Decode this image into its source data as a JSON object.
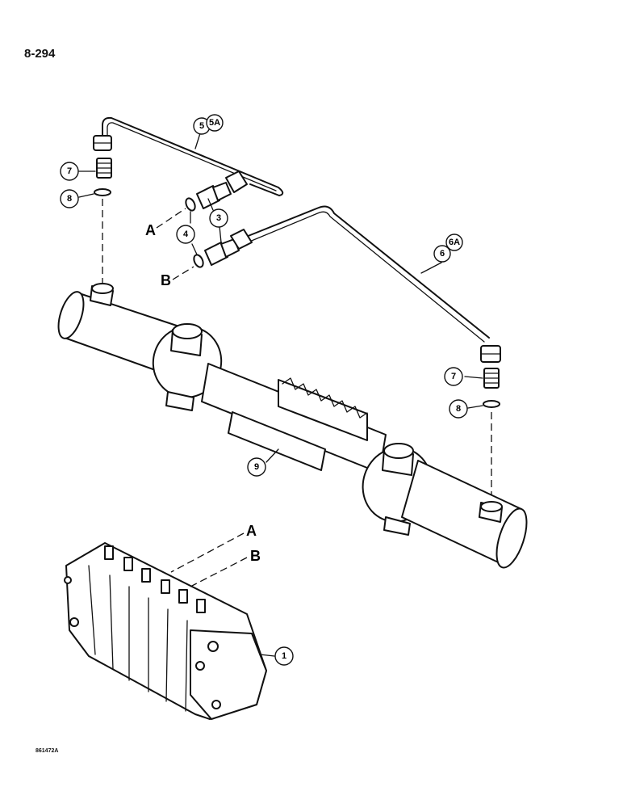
{
  "page": {
    "number": "8-294",
    "figure_code": "861472A"
  },
  "callouts": {
    "c1": "1",
    "c3": "3",
    "c4": "4",
    "c5": "5",
    "c5a": "5A",
    "c6": "6",
    "c6a": "6A",
    "c7_left": "7",
    "c7_right": "7",
    "c8_left": "8",
    "c8_right": "8",
    "c9": "9"
  },
  "ports": {
    "a_upper": "A",
    "b_upper": "B",
    "a_lower": "A",
    "b_lower": "B"
  }
}
